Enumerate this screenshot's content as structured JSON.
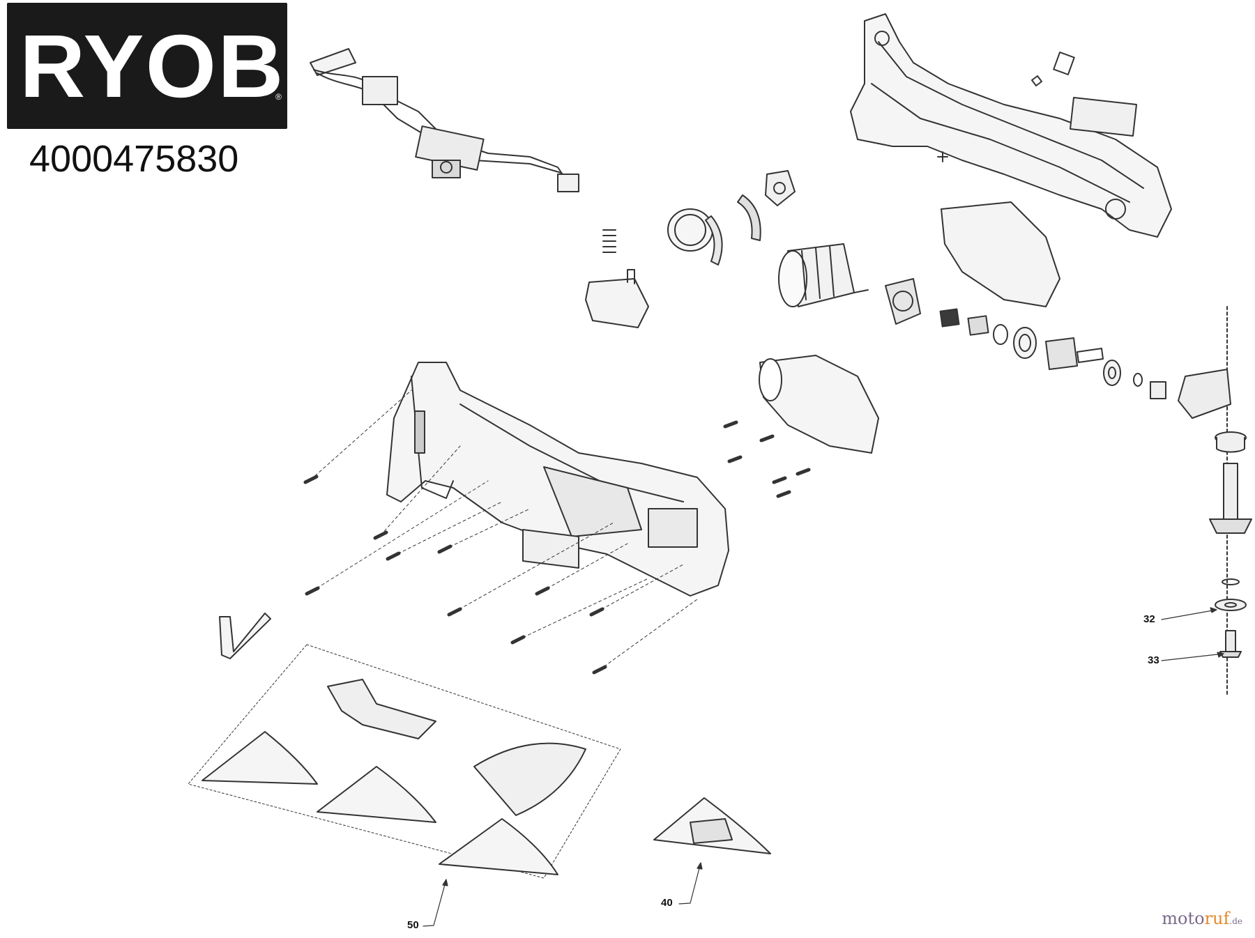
{
  "logo": {
    "text": "RYOBI",
    "registered": "®"
  },
  "part_number": "4000475830",
  "callouts": [
    {
      "id": "32",
      "label": "32"
    },
    {
      "id": "33",
      "label": "33"
    },
    {
      "id": "40",
      "label": "40"
    },
    {
      "id": "50",
      "label": "50"
    }
  ],
  "watermark": {
    "brand_a": "moto",
    "brand_b": "ruf",
    "suffix": ".de"
  },
  "colors": {
    "ink": "#1a1a1a",
    "line": "#333333",
    "light": "#e6e6e6",
    "watermark_purple": "#7a6a8a",
    "watermark_orange": "#e08a2a"
  }
}
